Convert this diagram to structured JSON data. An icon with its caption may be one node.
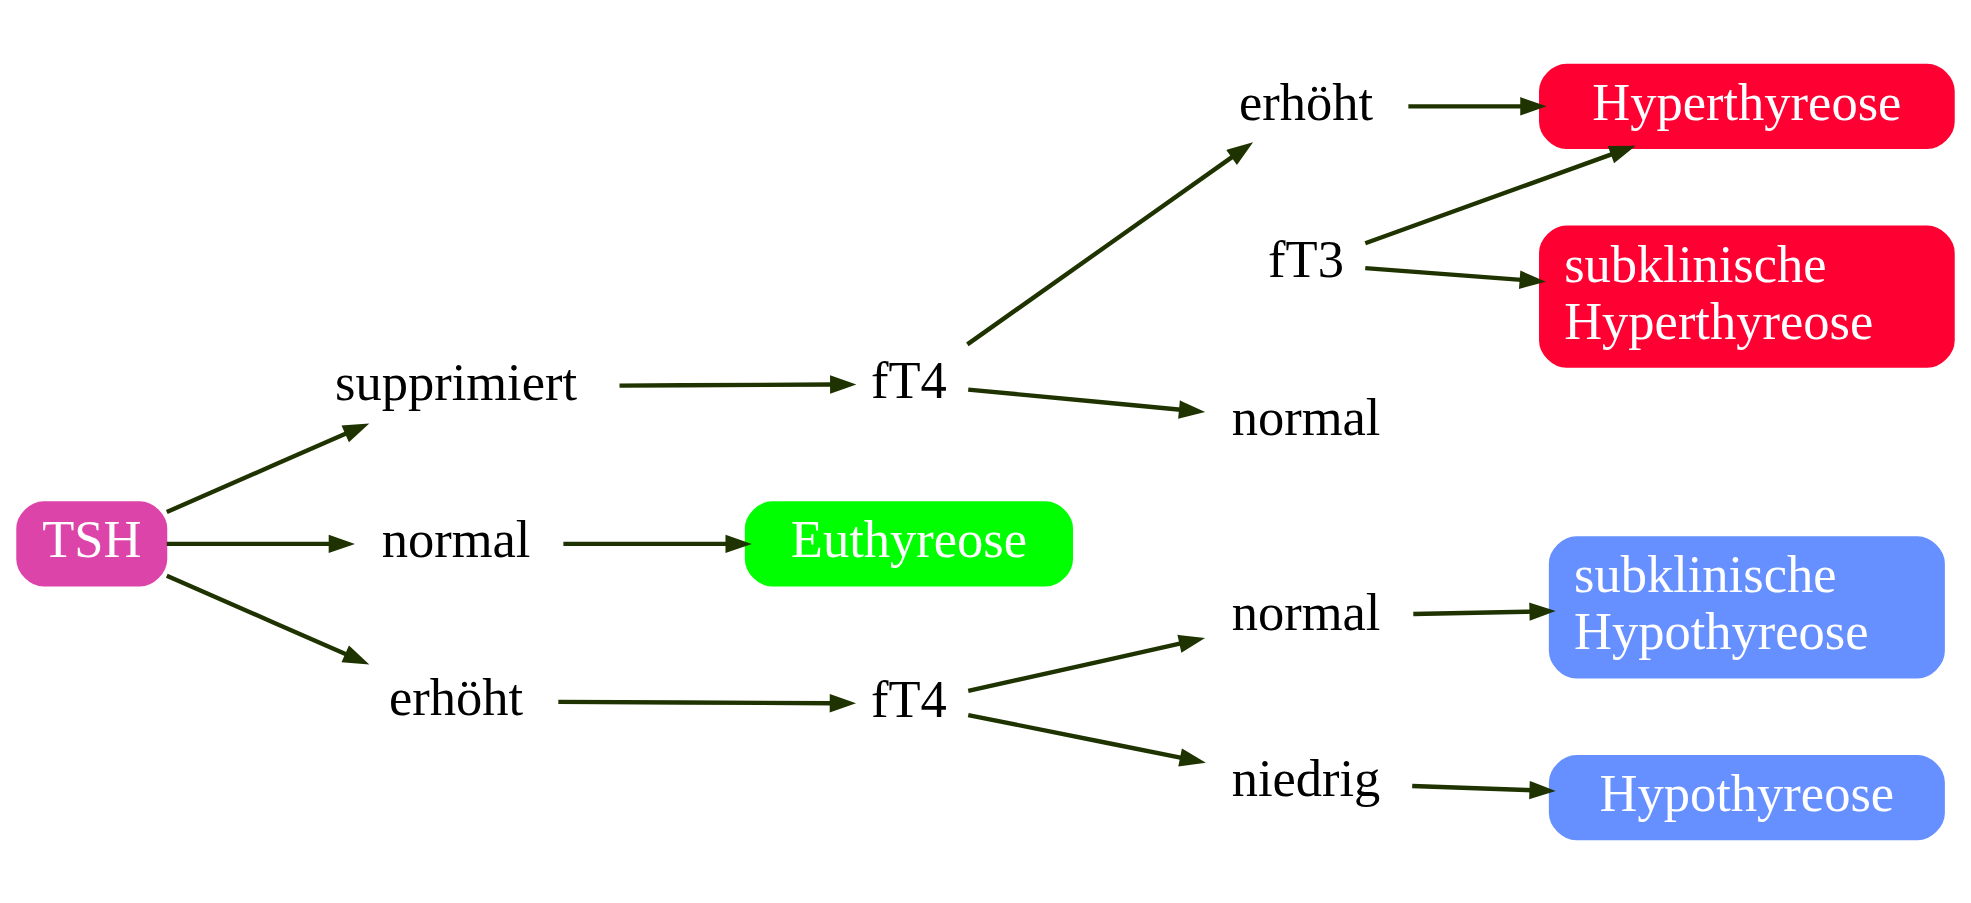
{
  "diagram": {
    "nodes": [
      {
        "text": [
          "TSH"
        ]
      },
      {
        "text": [
          "supprimiert"
        ]
      },
      {
        "text": [
          "normal"
        ]
      },
      {
        "text": [
          "erhöht"
        ]
      },
      {
        "text": [
          "fT4"
        ]
      },
      {
        "text": [
          "erhöht"
        ]
      },
      {
        "text": [
          "normal"
        ]
      },
      {
        "text": [
          "fT3"
        ]
      },
      {
        "text": [
          "Hyperthyreose"
        ]
      },
      {
        "text": [
          "subklinische Hyperthyreose"
        ]
      },
      {
        "text": [
          "Euthyreose"
        ]
      },
      {
        "text": [
          "fT4"
        ]
      },
      {
        "text": [
          "normal"
        ]
      },
      {
        "text": [
          "niedrig"
        ]
      },
      {
        "text": [
          "subklinische Hypothyreose"
        ]
      },
      {
        "text": [
          "Hypothyreose"
        ]
      }
    ],
    "edges": [
      {
        "from": 0,
        "to": 1,
        "arrow": "to"
      },
      {
        "from": 0,
        "to": 2,
        "arrow": "to"
      },
      {
        "from": 0,
        "to": 3,
        "arrow": "to"
      },
      {
        "from": 1,
        "to": 4,
        "arrow": "to"
      },
      {
        "from": 4,
        "to": 5,
        "arrow": "to"
      },
      {
        "from": 4,
        "to": 6,
        "arrow": "to"
      },
      {
        "from": 5,
        "to": 8,
        "arrow": "to"
      },
      {
        "from": 7,
        "to": 8,
        "arrow": "to"
      },
      {
        "from": 7,
        "to": 9,
        "arrow": "to"
      },
      {
        "from": 2,
        "to": 10,
        "arrow": "to"
      },
      {
        "from": 3,
        "to": 11,
        "arrow": "to"
      },
      {
        "from": 11,
        "to": 12,
        "arrow": "to"
      },
      {
        "from": 11,
        "to": 13,
        "arrow": "to"
      },
      {
        "from": 12,
        "to": 14,
        "arrow": "to"
      },
      {
        "from": 13,
        "to": 15,
        "arrow": "to"
      }
    ]
  }
}
